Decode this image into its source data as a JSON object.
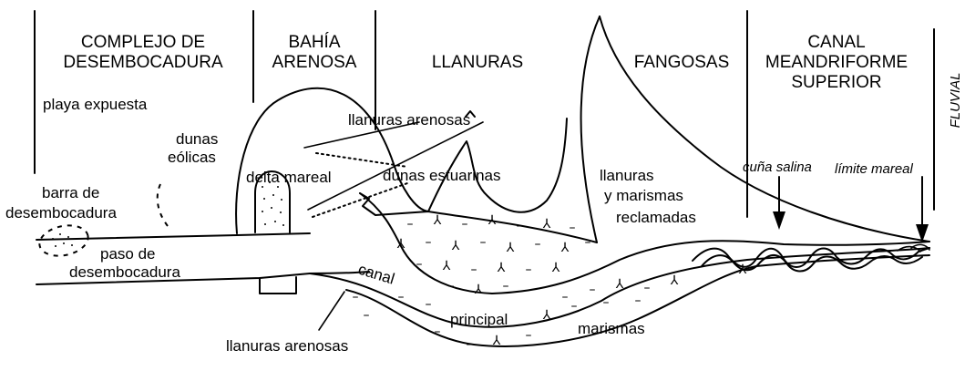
{
  "headers": {
    "complejo_line1": "COMPLEJO  DE",
    "complejo_line2": "DESEMBOCADURA",
    "bahia_line1": "BAHÍA",
    "bahia_line2": "ARENOSA",
    "llanuras": "LLANURAS",
    "fangosas": "FANGOSAS",
    "canal_line1": "CANAL",
    "canal_line2": "MEANDRIFORME",
    "canal_line3": "SUPERIOR",
    "fluvial": "FLUVIAL"
  },
  "labels": {
    "playa_expuesta": "playa  expuesta",
    "dunas_line1": "dunas",
    "dunas_line2": "eólicas",
    "llanuras_arenosas_top": "llanuras  arenosas",
    "delta_mareal": "delta  mareal",
    "dunas_estuarinas": "dunas  estuarinas",
    "barra_line1": "barra  de",
    "barra_line2": "desembocadura",
    "paso_line1": "paso  de",
    "paso_line2": "desembocadura",
    "reclamadas_line1": "llanuras",
    "reclamadas_line2": "y  marismas",
    "reclamadas_line3": "reclamadas",
    "canal": "canal",
    "principal": "principal",
    "marismas": "marismas",
    "llanuras_arenosas_bottom": "llanuras  arenosas",
    "cuna_salina": "cuña  salina",
    "limite_mareal": "límite  mareal"
  }
}
